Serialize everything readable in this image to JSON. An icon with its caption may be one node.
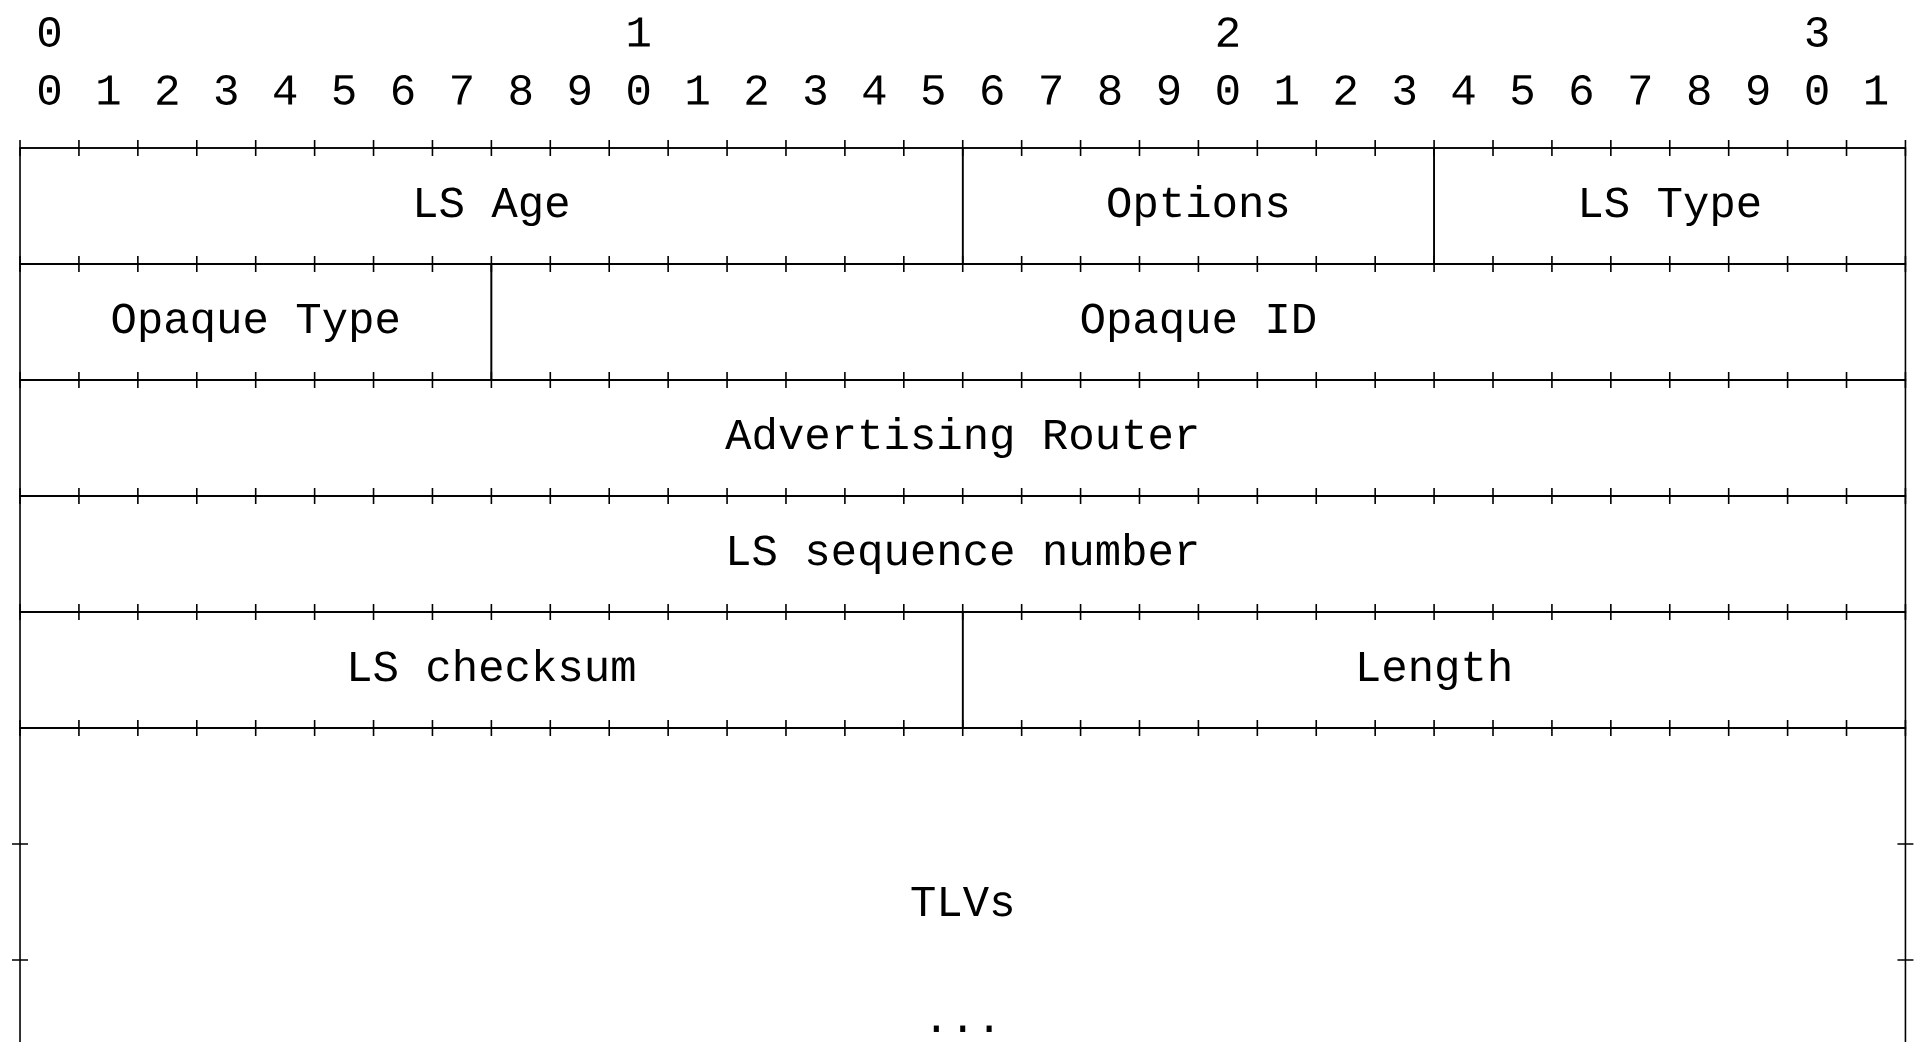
{
  "diagram": {
    "nodes": [
      {
        "text": [
          "LS Age"
        ]
      },
      {
        "text": [
          "Options"
        ]
      },
      {
        "text": [
          "LS Type"
        ]
      },
      {
        "text": [
          "Opaque Type"
        ]
      },
      {
        "text": [
          "Opaque ID"
        ]
      },
      {
        "text": [
          "Advertising Router"
        ]
      },
      {
        "text": [
          "LS sequence number"
        ]
      },
      {
        "text": [
          "LS checksum"
        ]
      },
      {
        "text": [
          "Length"
        ]
      },
      {
        "text": [
          "TLVs",
          "..."
        ]
      }
    ],
    "labels": [
      "0",
      "1",
      "2",
      "3",
      "0",
      "1",
      "2",
      "3",
      "4",
      "5",
      "6",
      "7",
      "8",
      "9",
      "0",
      "1",
      "2",
      "3",
      "4",
      "5",
      "6",
      "7",
      "8",
      "9",
      "0",
      "1",
      "2",
      "3",
      "4",
      "5",
      "6",
      "7",
      "8",
      "9",
      "0",
      "1"
    ]
  }
}
